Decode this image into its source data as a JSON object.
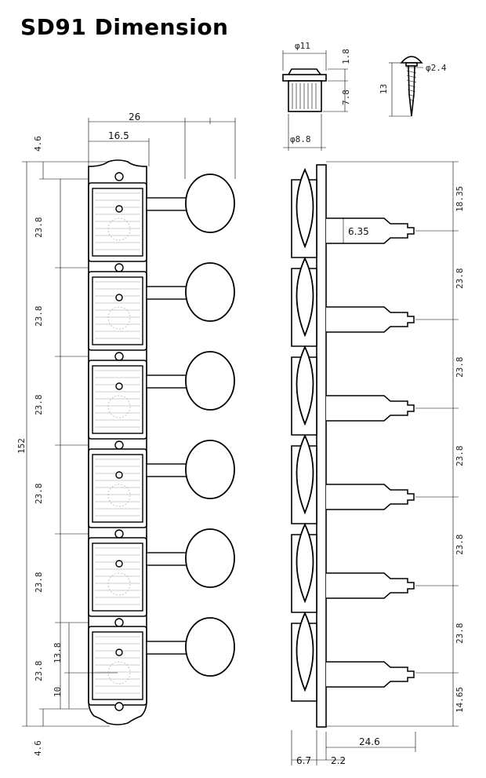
{
  "title": "SD91 Dimension",
  "labels": {
    "d11": "φ11",
    "h1_8": "1.8",
    "h7_8": "7.8",
    "d8_8": "φ8.8",
    "h13": "13",
    "d2_4": "φ2.4",
    "w26": "26",
    "w16_5": "16.5",
    "top4_6": "4.6",
    "pitch": "23.8",
    "total152": "152",
    "h13_8": "13.8",
    "h10": "10",
    "bot4_6": "4.6",
    "s6_35": "6.35",
    "r18_35": "18.35",
    "r14_65": "14.65",
    "l24_6": "24.6",
    "l6_7": "6.7",
    "l2_2": "2.2"
  }
}
